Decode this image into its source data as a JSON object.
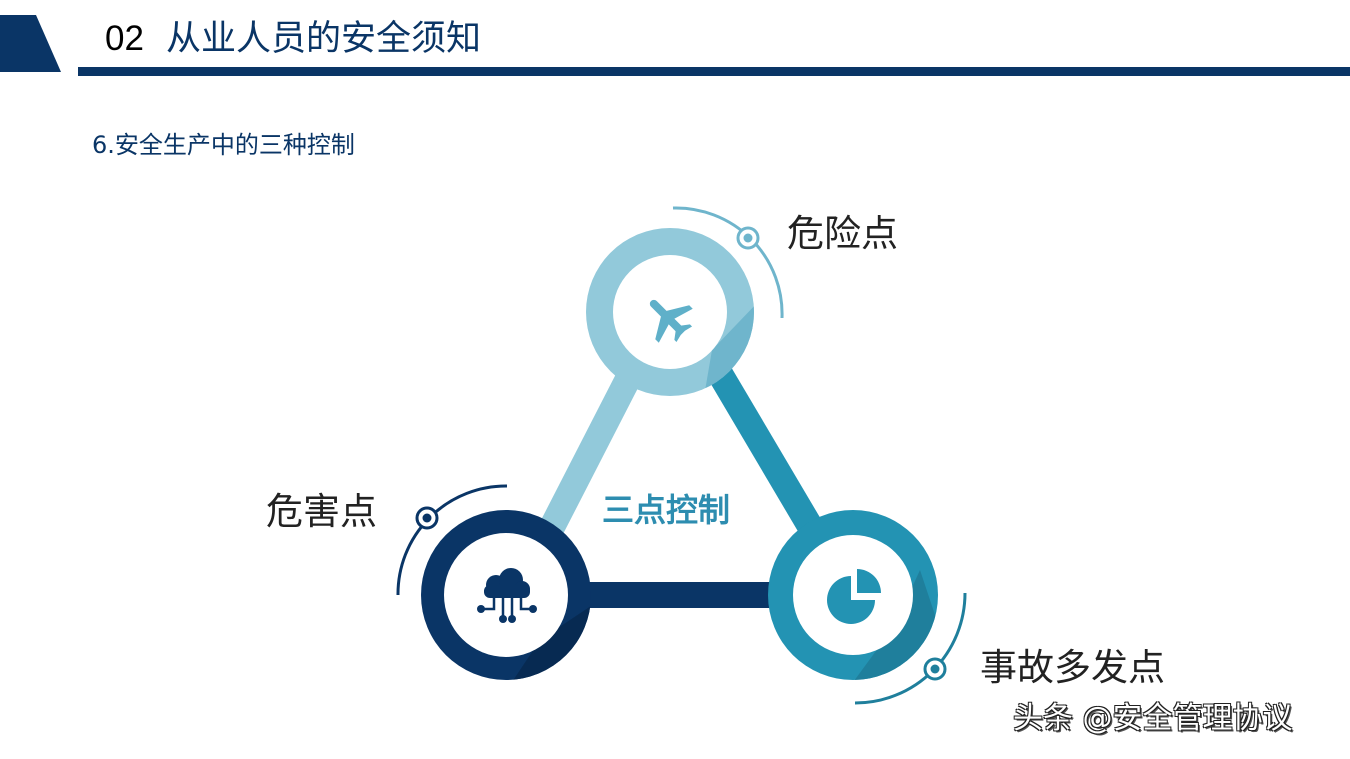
{
  "header": {
    "section_number": "02",
    "title": "从业人员的安全须知"
  },
  "subtitle": "6.安全生产中的三种控制",
  "diagram": {
    "center_label": "三点控制",
    "nodes": [
      {
        "id": "top",
        "label": "危险点",
        "icon": "airplane-icon",
        "color": "#7ec0d4"
      },
      {
        "id": "bottom-left",
        "label": "危害点",
        "icon": "cloud-network-icon",
        "color": "#0a3566"
      },
      {
        "id": "bottom-right",
        "label": "事故多发点",
        "icon": "pie-chart-icon",
        "color": "#2393b3"
      }
    ]
  },
  "colors": {
    "navy": "#0a3566",
    "light_blue": "#7ec0d4",
    "light_blue_bar": "#92c9da",
    "teal": "#2393b3",
    "teal_shadow": "#1f7f9c",
    "center_text": "#2d8db0"
  },
  "watermark": "头条 @安全管理协议"
}
